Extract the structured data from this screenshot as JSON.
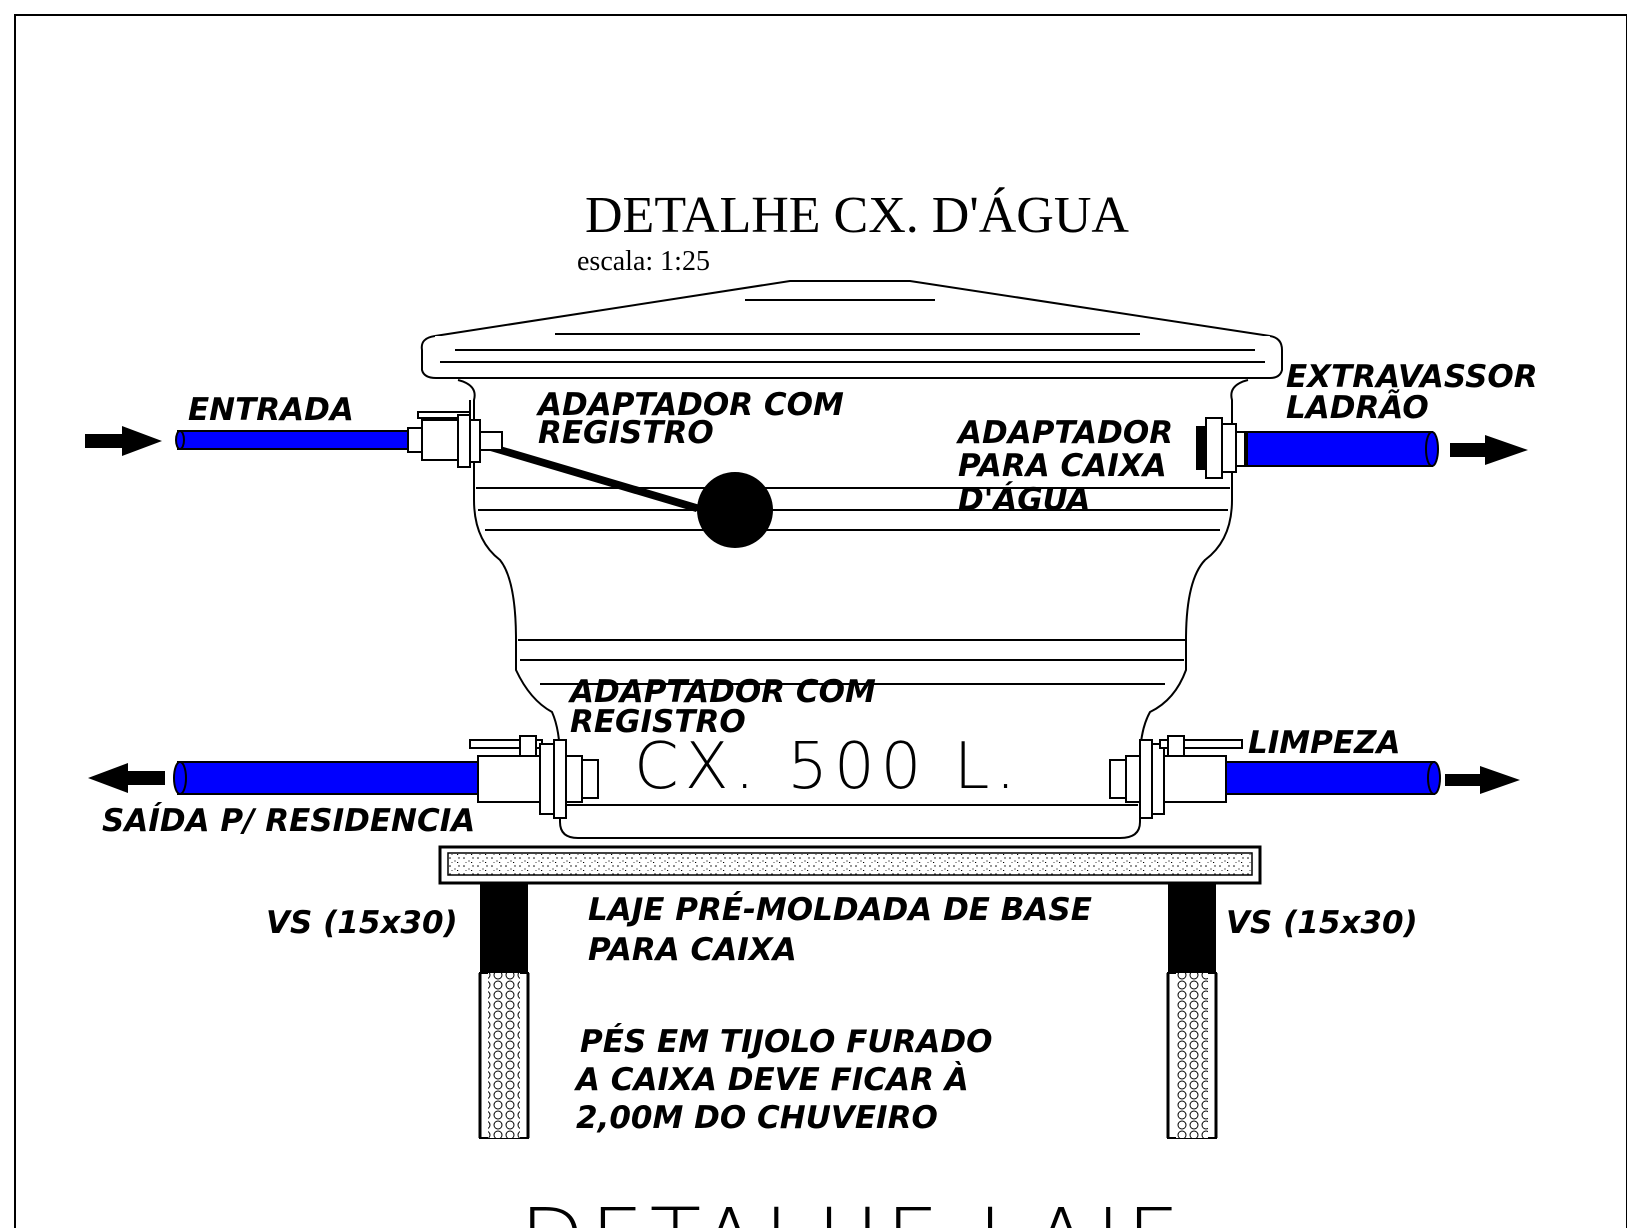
{
  "drawing": {
    "title": "DETALHE CX. D'ÁGUA",
    "scale": "escala: 1:25",
    "bottom_title": "DETALHE LAJE",
    "tank_label": "CX. 500 L.",
    "pipe_color": "#0000ff",
    "labels": {
      "entrada": "ENTRADA",
      "adaptador_registro_top_1": "ADAPTADOR COM",
      "adaptador_registro_top_2": "REGISTRO",
      "extravassor_1": "EXTRAVASSOR",
      "extravassor_2": "LADRÃO",
      "adaptador_caixa_1": "ADAPTADOR",
      "adaptador_caixa_2": "PARA CAIXA",
      "adaptador_caixa_3": "D'ÁGUA",
      "adaptador_registro_bottom_1": "ADAPTADOR COM",
      "adaptador_registro_bottom_2": "REGISTRO",
      "limpeza": "LIMPEZA",
      "saida": "SAÍDA P/ RESIDENCIA",
      "vs_left": "VS (15x30)",
      "vs_right": "VS (15x30)",
      "laje_1": "LAJE PRÉ-MOLDADA DE BASE",
      "laje_2": "PARA CAIXA",
      "pes_1": "PÉS EM TIJOLO FURADO",
      "pes_2": "A CAIXA DEVE FICAR À",
      "pes_3": "2,00M DO CHUVEIRO"
    }
  }
}
